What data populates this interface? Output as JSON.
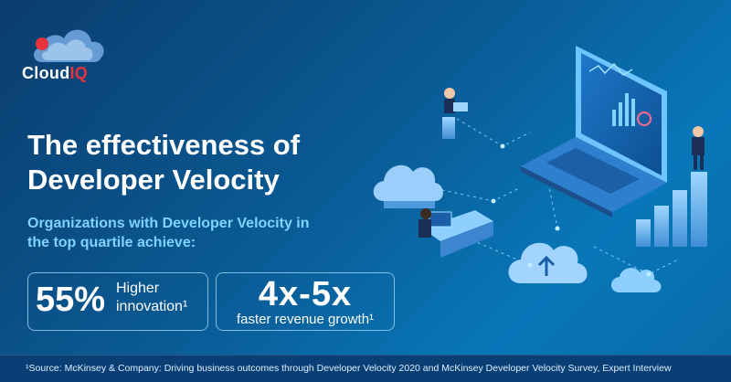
{
  "brand": {
    "name_part1": "Cloud",
    "name_part2": "IQ",
    "accent_color": "#e8323c"
  },
  "headline": {
    "line1": "The effectiveness of",
    "line2": "Developer Velocity"
  },
  "subheadline": {
    "line1": "Organizations with Developer Velocity in",
    "line2": "the top quartile achieve:"
  },
  "stats": [
    {
      "value": "55%",
      "label_line1": "Higher",
      "label_line2": "innovation¹"
    },
    {
      "value": "4x-5x",
      "label": "faster revenue growth¹"
    }
  ],
  "footnote": "¹Source: McKinsey & Company: Driving business outcomes through Developer Velocity 2020 and McKinsey Developer Velocity Survey, Expert Interview",
  "colors": {
    "background": "#0a5a94",
    "subheadline": "#7fd3ff",
    "footer": "#0a3f75"
  },
  "illustration": {
    "icons": [
      "laptop-icon",
      "cloud-icon",
      "cloud-upload-icon",
      "desk-worker-icon",
      "bar-chart-icon",
      "person-icon"
    ]
  }
}
